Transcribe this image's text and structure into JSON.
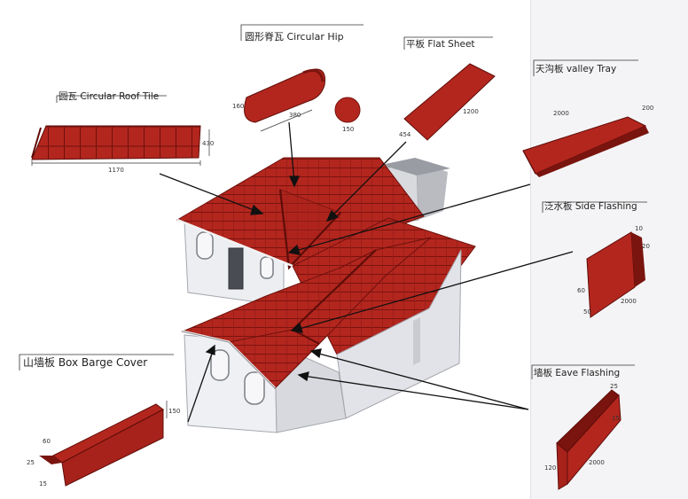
{
  "components": {
    "circular_roof_tile": {
      "label": "圆瓦  Circular Roof Tile",
      "dims": [
        "430",
        "1170"
      ]
    },
    "circular_hip": {
      "label": "圆形脊瓦 Circular Hip",
      "dims": [
        "160",
        "380",
        "150"
      ]
    },
    "flat_sheet": {
      "label": "平板  Flat Sheet",
      "dims": [
        "454",
        "1200"
      ]
    },
    "valley_tray": {
      "label": "天沟板  valley Tray",
      "dims": [
        "2000",
        "200"
      ]
    },
    "side_flashing": {
      "label": "泛水板 Side Flashing",
      "dims": [
        "10",
        "20",
        "60",
        "50",
        "2000"
      ]
    },
    "box_barge_cover": {
      "label": "山墙板 Box Barge Cover",
      "dims": [
        "150",
        "60",
        "25",
        "15"
      ]
    },
    "eave_flashing": {
      "label": "墙板 Eave Flashing",
      "dims": [
        "25",
        "15",
        "120",
        "2000"
      ]
    }
  },
  "colors": {
    "tile_red": "#b3261e",
    "tile_dark": "#7a140f",
    "wall": "#e9eaee",
    "background": "#ffffff"
  }
}
